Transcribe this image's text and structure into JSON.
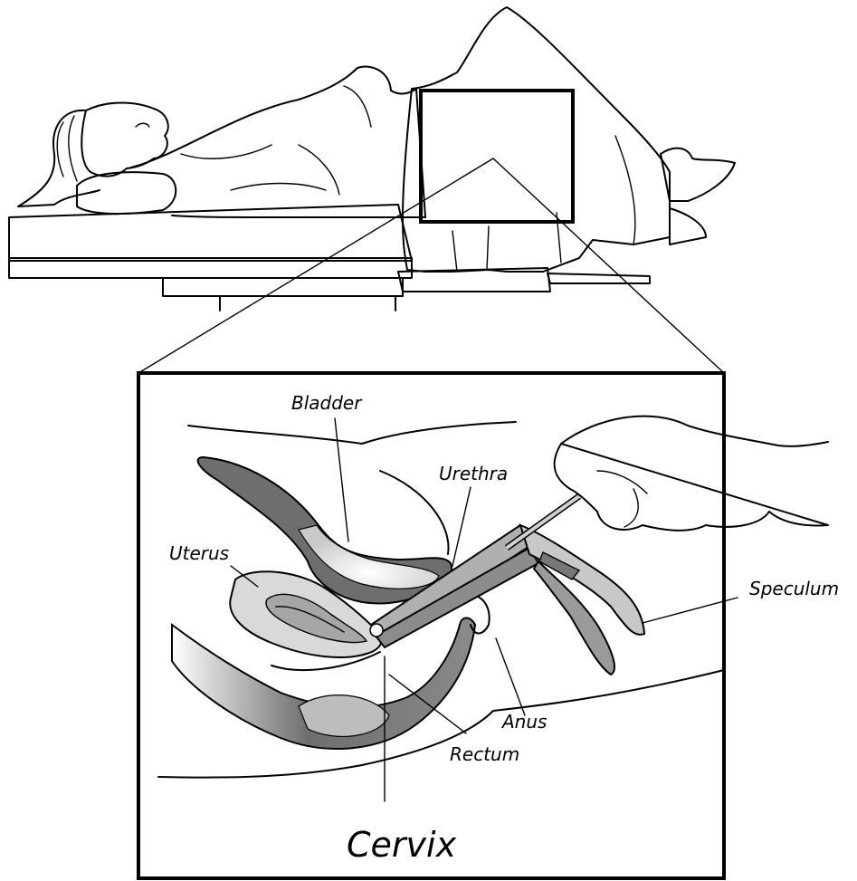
{
  "labels": {
    "bladder": "Bladder",
    "urethra": "Urethra",
    "uterus": "Uterus",
    "speculum": "Speculum",
    "anus": "Anus",
    "rectum": "Rectum",
    "cervix": "Cervix"
  },
  "colors": {
    "line": "#000000",
    "organ_fill_light": "#d9d9d9",
    "organ_fill_mid": "#a6a6a6",
    "organ_fill_dark": "#6e6e6e",
    "background": "#ffffff"
  }
}
